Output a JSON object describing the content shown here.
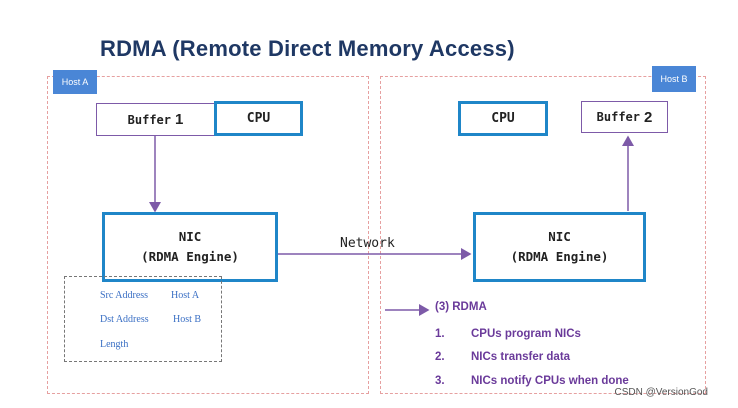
{
  "title": "RDMA (Remote Direct Memory Access)",
  "host_a": {
    "tag": "Host A"
  },
  "host_b": {
    "tag": "Host B"
  },
  "buffer1": {
    "label": "Buffer",
    "num": "1"
  },
  "buffer2": {
    "label": "Buffer",
    "num": "2"
  },
  "cpu_a": {
    "label": "CPU"
  },
  "cpu_b": {
    "label": "CPU"
  },
  "nic_a": {
    "line1": "NIC",
    "line2": "(RDMA Engine)"
  },
  "nic_b": {
    "line1": "NIC",
    "line2": "(RDMA Engine)"
  },
  "network_label": "Network",
  "address_info": {
    "src_label": "Src Address",
    "src_value": "Host A",
    "dst_label": "Dst Address",
    "dst_value": "Host B",
    "length_label": "Length"
  },
  "rdma_steps": {
    "header": "(3) RDMA",
    "items": [
      {
        "num": "1.",
        "text": "CPUs program NICs"
      },
      {
        "num": "2.",
        "text": "NICs transfer data"
      },
      {
        "num": "3.",
        "text": "NICs notify CPUs when done"
      }
    ]
  },
  "watermark": "CSDN @VersionGod",
  "colors": {
    "title": "#1f3864",
    "host_border": "#e6a0a0",
    "host_tag": "#4a86d6",
    "box_border": "#1f86c8",
    "buffer_border": "#7d5aa8",
    "arrow": "#7d5aa8",
    "address_text": "#3a6fc4",
    "steps_text": "#6a3a9a"
  }
}
